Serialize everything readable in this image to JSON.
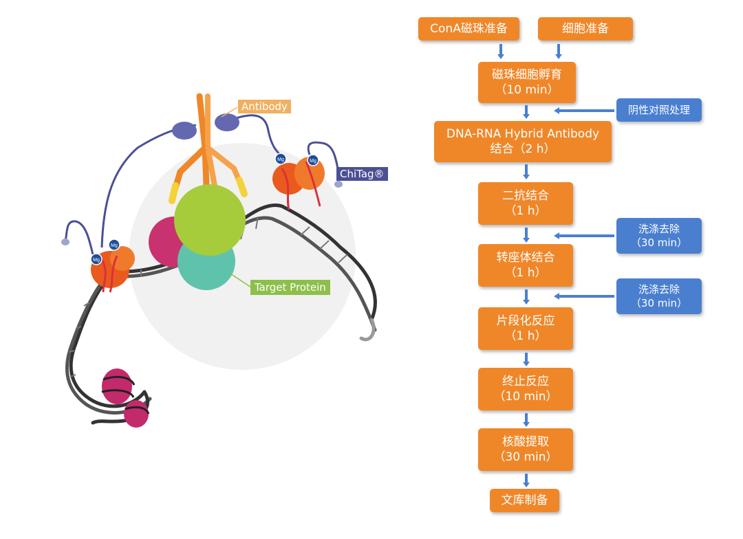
{
  "illustration": {
    "antibody_label": "Antibody",
    "chitag_label": "ChiTag®",
    "target_label": "Target Protein",
    "mg_label": "Mg",
    "colors": {
      "antibody": "#ef8729",
      "protein_green": "#a6cc3c",
      "protein_pink": "#c8326e",
      "protein_teal": "#5fc3ac",
      "chitag": "#4b4f94",
      "enzyme": "#ea5a1e",
      "dna": "#3a3a3a"
    }
  },
  "flow": {
    "conA": "ConA磁珠准备",
    "cell_prep": "细胞准备",
    "incubate": {
      "title": "磁珠细胞孵育",
      "time": "（10 min）"
    },
    "negative_control": "阴性对照处理",
    "hybrid_antibody": {
      "title": "DNA-RNA Hybrid Antibody",
      "time": "结合（2 h）"
    },
    "secondary": {
      "title": "二抗结合",
      "time": "（1 h）"
    },
    "wash1": {
      "title": "洗涤去除",
      "time": "（30 min）"
    },
    "transposome": {
      "title": "转座体结合",
      "time": "（1 h）"
    },
    "wash2": {
      "title": "洗涤去除",
      "time": "（30 min）"
    },
    "fragment": {
      "title": "片段化反应",
      "time": "（1 h）"
    },
    "stop": {
      "title": "终止反应",
      "time": "（10 min）"
    },
    "extract": {
      "title": "核酸提取",
      "time": "（30 min）"
    },
    "library": "文库制备"
  }
}
